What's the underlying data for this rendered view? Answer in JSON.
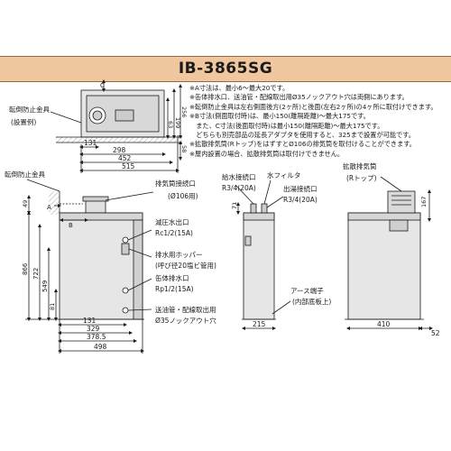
{
  "title": "IB-3865SG",
  "notes": [
    "※A寸法は、最小6～最大20です。",
    "※缶体排水口、送油管・配線取出用Ø35ノックアウト穴は両側にあります。",
    "※転倒防止金具は左右側面後方(2ヶ所)と後面(左右2ヶ所)の4ヶ所に取付けできます。",
    "※B寸法(側面取付時)は、最小150(離隔距離)～最大175です。",
    "　また、C寸法(後面取付時)は最小150(離隔距離)～最大175です。",
    "　どちらも別売部品の延長アダプタを使用すると、325まで設置が可能です。",
    "※拡散排気筒(Rトップ)をはずすとØ106の排気筒を取付けることができます。",
    "※屋内設置の場合、拡散排気筒は取付けできません。"
  ],
  "plan": {
    "fixture_label": "転倒防止金具",
    "fixture_sub": "(設置例)",
    "dims": [
      "C",
      "131",
      "298",
      "452",
      "515",
      "63",
      "199",
      "256",
      "58"
    ]
  },
  "front": {
    "fixture_label": "転倒防止金具",
    "labels": {
      "exhaust_conn": "排気筒接続口",
      "exhaust_size": "(Ø106用)",
      "relief": "減圧水出口",
      "relief_size": "Rc1/2(15A)",
      "hopper": "排水用ホッパー",
      "hopper_size": "(呼び径20塩ビ管用)",
      "drain": "缶体排水口",
      "drain_size": "Rp1/2(15A)",
      "knockout": "送油管・配線取出用",
      "knockout_size": "Ø35ノックアウト穴"
    },
    "dims": [
      "49",
      "A",
      "B",
      "866",
      "722",
      "549",
      "81",
      "131",
      "329",
      "378.5",
      "498"
    ]
  },
  "side": {
    "labels": {
      "water_in": "給水接続口",
      "water_in_size": "R3/4(20A)",
      "filter": "水フィルタ",
      "hot_out": "出湯接続口",
      "hot_out_size": "R3/4(20A)",
      "ground": "アース端子",
      "ground_sub": "(内部底板上)"
    },
    "dims": [
      "71",
      "215"
    ]
  },
  "rear": {
    "labels": {
      "rtop": "拡散排気筒",
      "rtop_sub": "(Rトップ)"
    },
    "dims": [
      "167",
      "410",
      "52"
    ]
  },
  "colors": {
    "title_band": "#f0c79e",
    "line": "#1a1a1a",
    "unit_fill": "#e6e6e6",
    "unit_shade": "#cfcfcf"
  }
}
